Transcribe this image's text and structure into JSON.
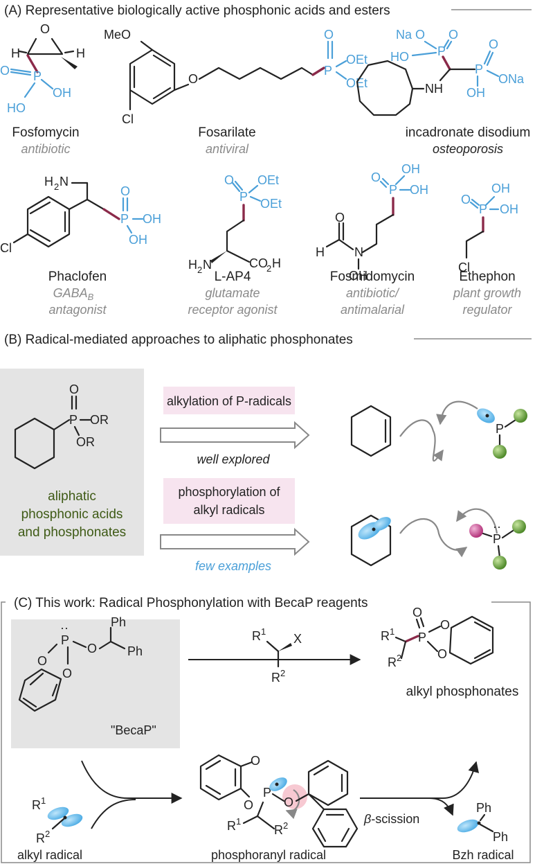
{
  "section_a": {
    "title": "(A) Representative biologically active phosphonic acids and esters",
    "compounds": [
      {
        "name": "Fosfomycin",
        "activity": [
          "antibiotic"
        ]
      },
      {
        "name": "Fosarilate",
        "activity": [
          "antiviral"
        ]
      },
      {
        "name": "incadronate disodium",
        "activity": [
          "osteoporosis"
        ]
      },
      {
        "name": "Phaclofen",
        "activity": [
          "GABA",
          "antagonist"
        ],
        "activity_sub": "B"
      },
      {
        "name": "L-AP4",
        "activity": [
          "glutamate",
          "receptor agonist"
        ]
      },
      {
        "name": "Fosmidomycin",
        "activity": [
          "antibiotic/",
          "antimalarial"
        ]
      },
      {
        "name": "Ethephon",
        "activity": [
          "plant growth",
          "regulator"
        ]
      }
    ],
    "atoms": {
      "H": "H",
      "O": "O",
      "P": "P",
      "OH": "OH",
      "HO": "HO",
      "OEt": "OEt",
      "MeO": "MeO",
      "Cl": "Cl",
      "Na": "Na",
      "ONa": "ONa",
      "NH": "NH",
      "H2N": "H",
      "two": "2",
      "N": "N",
      "CO2H": "CO",
      "H_tail": "H"
    }
  },
  "section_b": {
    "title": "(B) Radical-mediated approaches to aliphatic phosphonates",
    "box_label": [
      "aliphatic",
      "phosphonic acids",
      "and phosphonates"
    ],
    "top_pill": "alkylation of P-radicals",
    "top_caption": "well explored",
    "bottom_pill": [
      "phosphorylation of",
      "alkyl radicals"
    ],
    "bottom_caption": "few examples",
    "atoms": {
      "P": "P",
      "O": "O",
      "OR": "OR",
      "lonepair": "··"
    }
  },
  "section_c": {
    "title": "(C) This work: Radical Phosphonylation with BecaP reagents",
    "reagent_label": "\"BecaP\"",
    "atoms": {
      "P": "P",
      "O": "O",
      "Ph": "Ph",
      "R": "R",
      "one": "1",
      "two": "2",
      "X": "X"
    },
    "product_label": "alkyl phosphonates",
    "alkyl_label": "alkyl radical",
    "phosphoranyl_label": "phosphoranyl radical",
    "bzh_label": "Bzh radical",
    "scission_beta": "β",
    "scission_text": "-scission"
  },
  "colors": {
    "phosphorus_blue": "#4a9fd8",
    "bond_maroon": "#8b2a4a",
    "activity_gray": "#8a8a8a",
    "green_text": "#3e5a15",
    "pill_pink": "#f7e4ef",
    "box_gray": "#e4e4e4"
  }
}
